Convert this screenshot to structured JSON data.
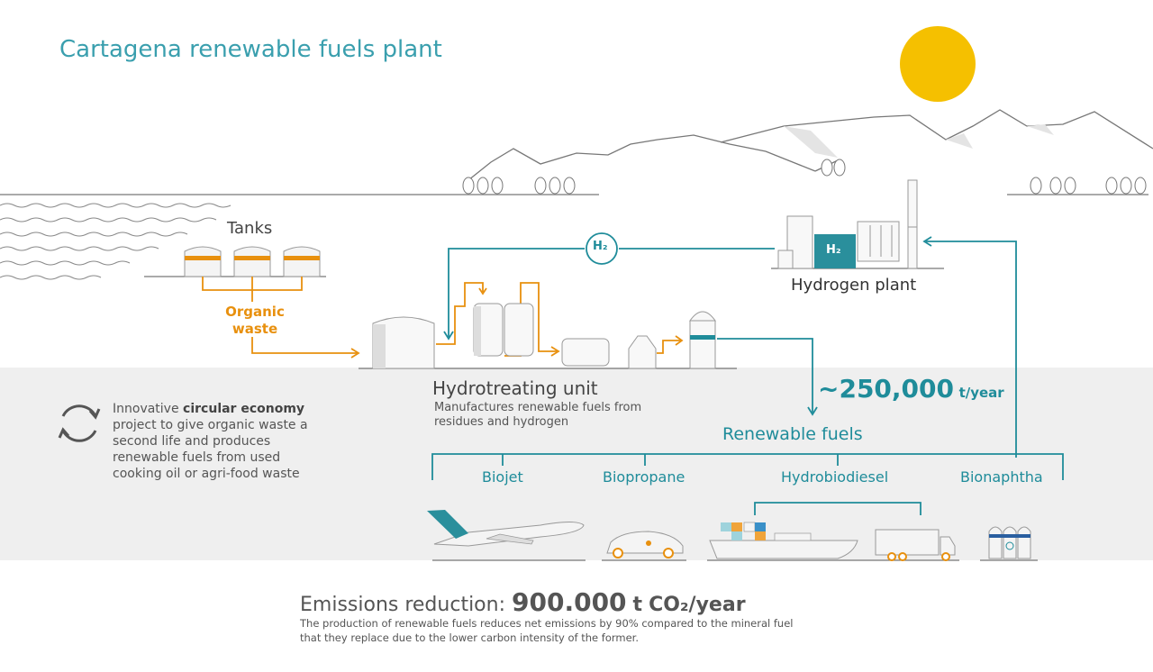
{
  "title": "Cartagena renewable fuels plant",
  "tanks_label": "Tanks",
  "organic_waste_label": "Organic waste",
  "hydrotreating": {
    "title": "Hydrotreating unit",
    "description": "Manufactures renewable fuels from residues and hydrogen"
  },
  "hydrogen_plant_label": "Hydrogen plant",
  "h2_label": "H₂",
  "h2_block_label": "H₂",
  "production": {
    "value": "~250,000",
    "unit": "t/year"
  },
  "renewable_fuels_label": "Renewable fuels",
  "products": [
    "Biojet",
    "Biopropane",
    "Hydrobiodiesel",
    "Bionaphtha"
  ],
  "circular_economy": {
    "pre": "Innovative ",
    "bold": "circular economy",
    "post": " project to give organic waste a second life and produces renewable fuels from used cooking oil or agri-food waste"
  },
  "emissions": {
    "label": "Emissions reduction:",
    "value": "900.000",
    "unit_t": "t",
    "unit_co2": "CO₂/year",
    "description": "The production of renewable fuels reduces net emissions by 90% compared to the mineral fuel that they replace due to the lower carbon intensity of the former."
  },
  "colors": {
    "teal": "#1f8c9a",
    "title_teal": "#3a9fae",
    "orange": "#e8900e",
    "sun": "#f5c000",
    "band": "#efefef"
  }
}
